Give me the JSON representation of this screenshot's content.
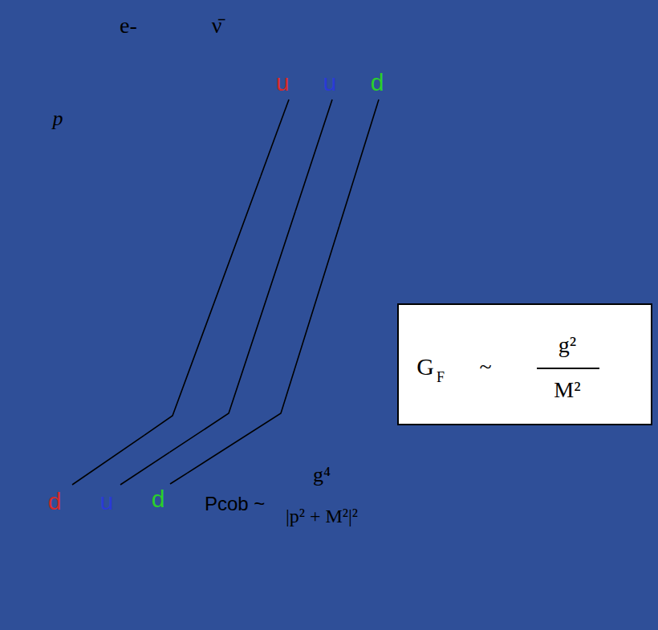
{
  "diagram": {
    "nodes": [
      {
        "text": [
          "u",
          "u",
          "d"
        ]
      },
      {
        "text": [
          "G",
          "F",
          "~",
          "g²",
          "M²"
        ]
      },
      {
        "text": [
          "d",
          "u",
          "d"
        ]
      }
    ],
    "edges": [
      {
        "from": 2,
        "to": 0,
        "arrow": "none"
      },
      {
        "from": 2,
        "to": 0,
        "arrow": "none"
      },
      {
        "from": 2,
        "to": 0,
        "arrow": "none"
      }
    ],
    "labels": [
      "e-",
      "ν̄",
      "p",
      "Pcob ~",
      "g⁴",
      "|p² + M²|²"
    ]
  }
}
